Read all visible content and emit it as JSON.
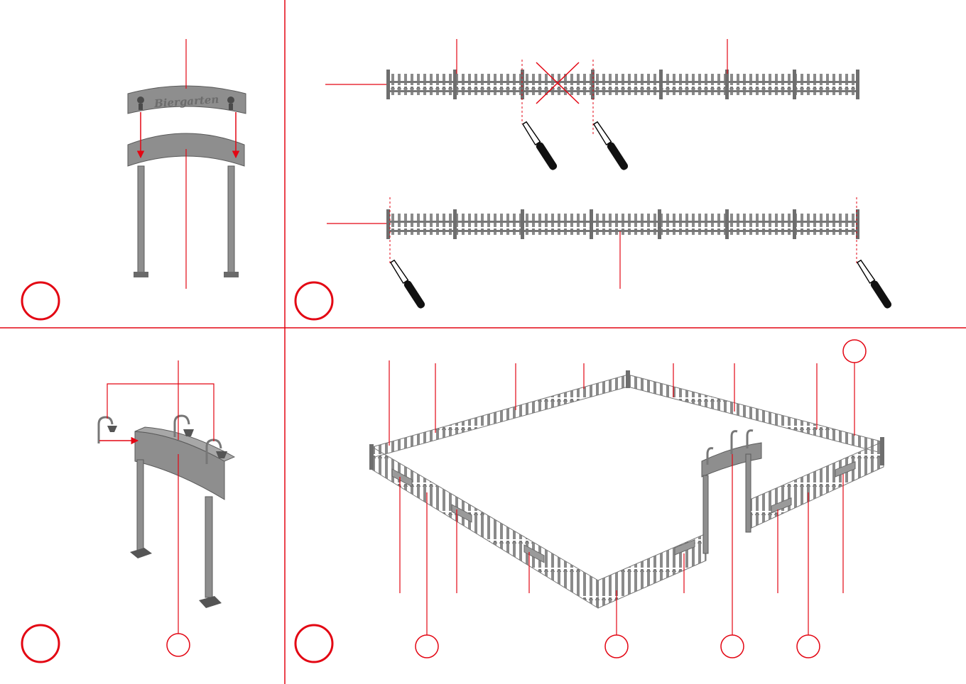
{
  "sheet": {
    "accent_color": "#e30613",
    "part_color": "#8a8a8a",
    "part_dark_color": "#555555",
    "icon": "hobby-knife-icon"
  },
  "steps": [
    {
      "id": "step-1",
      "number": "",
      "callout": ""
    },
    {
      "id": "step-2",
      "number": "",
      "callout": ""
    },
    {
      "id": "step-3",
      "number": "",
      "callout": ""
    },
    {
      "id": "step-4",
      "number": "",
      "callout": ""
    }
  ],
  "sign": {
    "text": "Biergarten"
  },
  "step3_part_callouts": [
    ""
  ],
  "step4_part_callouts": [
    "",
    "",
    "",
    "",
    "",
    ""
  ]
}
